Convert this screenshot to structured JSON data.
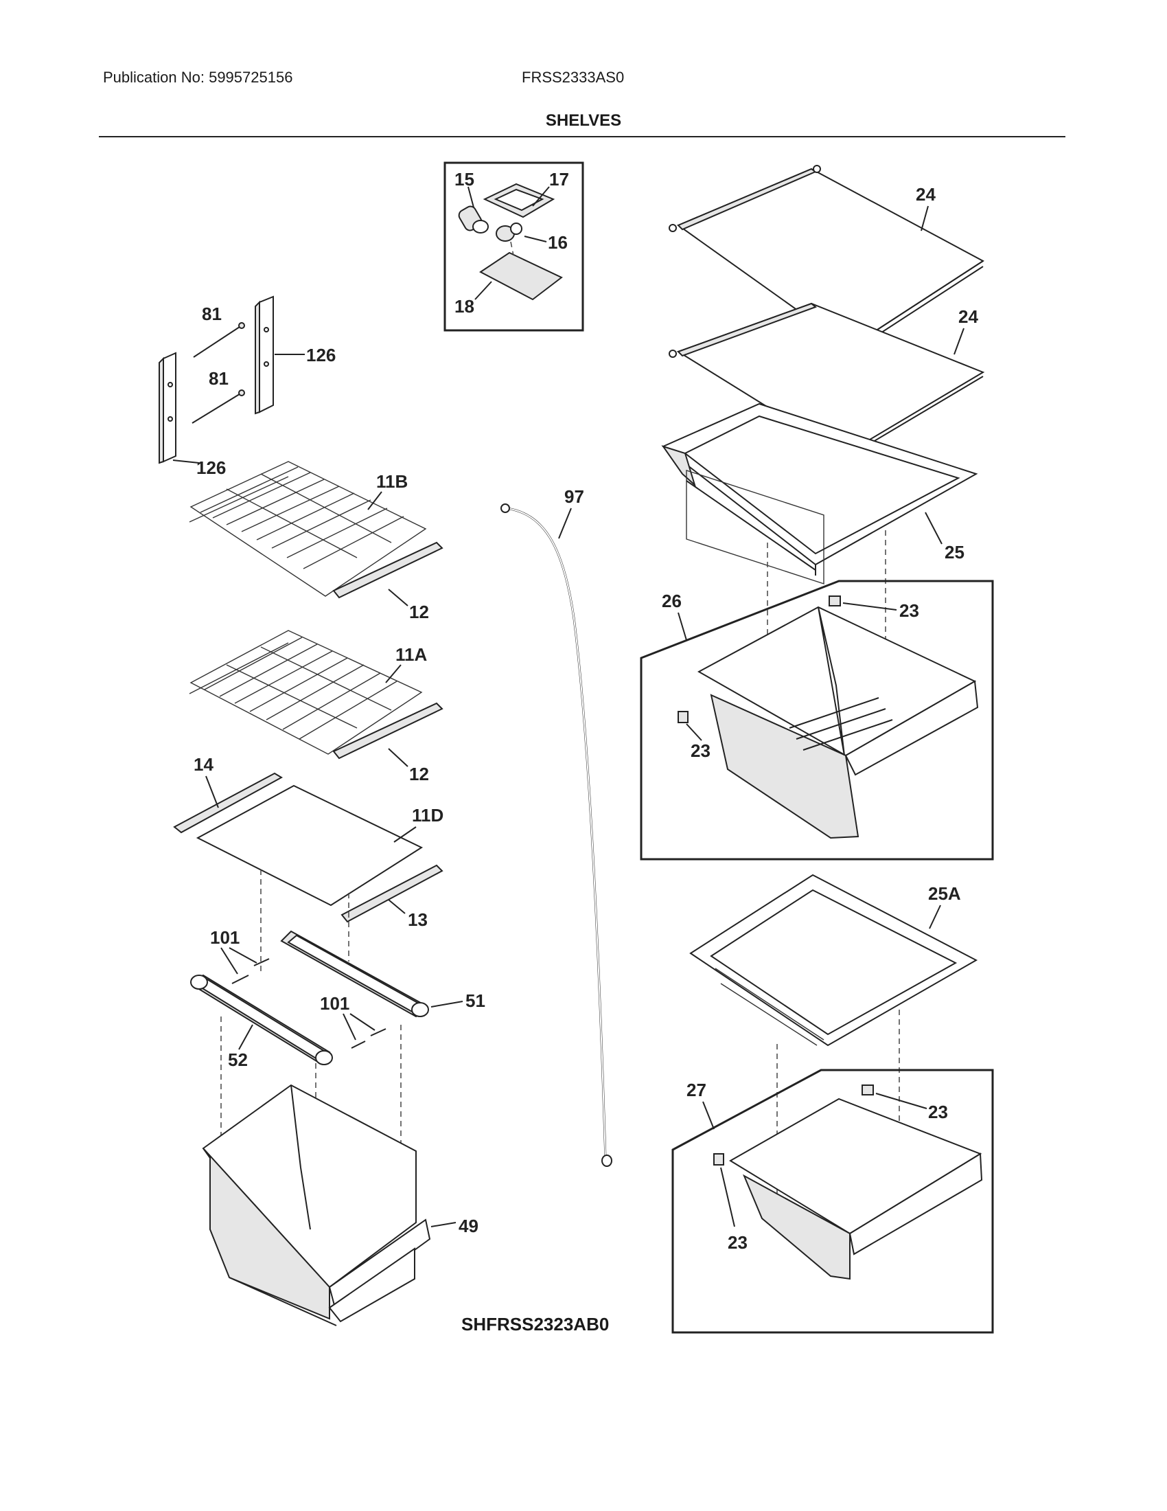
{
  "header": {
    "publication": "Publication No: 5995725156",
    "model": "FRSS2333AS0",
    "section_title": "SHELVES"
  },
  "diagram_code": "SHFRSS2323AB0",
  "callouts": {
    "c15": "15",
    "c17": "17",
    "c16": "16",
    "c18": "18",
    "c24a": "24",
    "c24b": "24",
    "c25": "25",
    "c26": "26",
    "c23a": "23",
    "c23b": "23",
    "c23c": "23",
    "c23d": "23",
    "c25A": "25A",
    "c27": "27",
    "c81a": "81",
    "c81b": "81",
    "c126a": "126",
    "c126b": "126",
    "c11B": "11B",
    "c12a": "12",
    "c11A": "11A",
    "c12b": "12",
    "c14": "14",
    "c11D": "11D",
    "c13": "13",
    "c101a": "101",
    "c101b": "101",
    "c51": "51",
    "c52": "52",
    "c49": "49",
    "c97": "97"
  }
}
